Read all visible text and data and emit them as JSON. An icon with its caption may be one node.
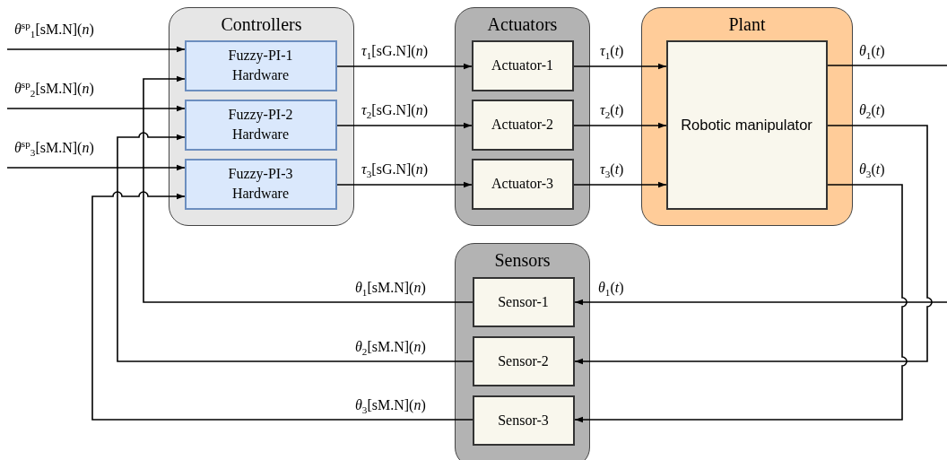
{
  "diagram": {
    "nodes": [
      {
        "text": [
          "Controllers"
        ]
      },
      {
        "text": [
          "Fuzzy-PI-1 Hardware"
        ],
        "in": 0
      },
      {
        "text": [
          "Fuzzy-PI-2 Hardware"
        ],
        "in": 0
      },
      {
        "text": [
          "Fuzzy-PI-3 Hardware"
        ],
        "in": 0
      },
      {
        "text": [
          "Actuators"
        ]
      },
      {
        "text": [
          "Actuator-1"
        ],
        "in": 4
      },
      {
        "text": [
          "Actuator-2"
        ],
        "in": 4
      },
      {
        "text": [
          "Actuator-3"
        ],
        "in": 4
      },
      {
        "text": [
          "Plant"
        ]
      },
      {
        "text": [
          "Robotic manipulator"
        ],
        "in": 8
      },
      {
        "text": [
          "Sensors"
        ]
      },
      {
        "text": [
          "Sensor-1"
        ],
        "in": 10
      },
      {
        "text": [
          "Sensor-2"
        ],
        "in": 10
      },
      {
        "text": [
          "Sensor-3"
        ],
        "in": 10
      }
    ],
    "edges": [
      {
        "from": null,
        "to": 1,
        "arrow": "to",
        "label": "*θ*$^{sp}$$_{1}$[sM.N](*n*)"
      },
      {
        "from": null,
        "to": 2,
        "arrow": "to",
        "label": "*θ*$^{sp}$$_{2}$[sM.N](*n*)"
      },
      {
        "from": null,
        "to": 3,
        "arrow": "to",
        "label": "*θ*$^{sp}$$_{3}$[sM.N](*n*)"
      },
      {
        "from": 1,
        "to": 5,
        "arrow": "to",
        "label": "*τ*$_{1}$[sG.N](*n*)"
      },
      {
        "from": 2,
        "to": 6,
        "arrow": "to",
        "label": "*τ*$_{2}$[sG.N](*n*)"
      },
      {
        "from": 3,
        "to": 7,
        "arrow": "to",
        "label": "*τ*$_{3}$[sG.N](*n*)"
      },
      {
        "from": 5,
        "to": 9,
        "arrow": "to",
        "label": "*τ*$_{1}$(*t*)"
      },
      {
        "from": 6,
        "to": 9,
        "arrow": "to",
        "label": "*τ*$_{2}$(*t*)"
      },
      {
        "from": 7,
        "to": 9,
        "arrow": "to",
        "label": "*τ*$_{3}$(*t*)"
      },
      {
        "from": 9,
        "to": null,
        "arrow": "none",
        "label": "*θ*$_{1}$(*t*)"
      },
      {
        "from": null,
        "to": 11,
        "arrow": "to",
        "label": "*θ*$_{1}$(*t*)"
      },
      {
        "from": 9,
        "to": 12,
        "arrow": "to",
        "label": "*θ*$_{2}$(*t*)"
      },
      {
        "from": 9,
        "to": 13,
        "arrow": "to",
        "label": "*θ*$_{3}$(*t*)"
      },
      {
        "from": 11,
        "to": 1,
        "arrow": "to",
        "label": "*θ*$_{1}$[sM.N](*n*)"
      },
      {
        "from": 12,
        "to": 2,
        "arrow": "to",
        "label": "*θ*$_{2}$[sM.N](*n*)"
      },
      {
        "from": 13,
        "to": 3,
        "arrow": "to",
        "label": "*θ*$_{3}$[sM.N](*n*)"
      }
    ]
  }
}
